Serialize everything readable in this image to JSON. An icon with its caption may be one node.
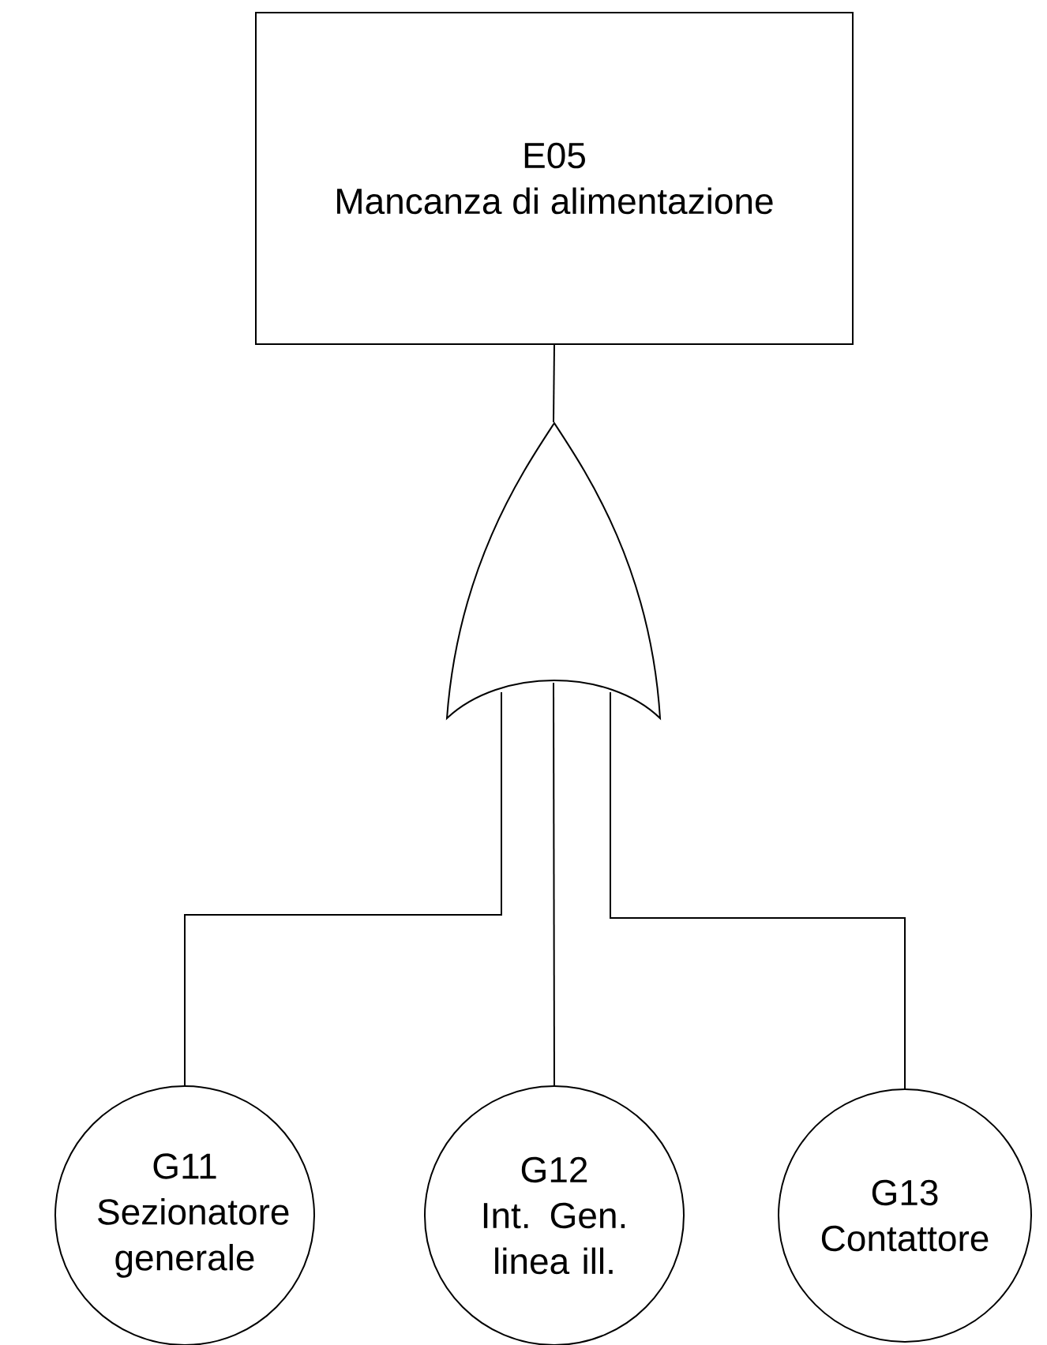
{
  "diagram": {
    "nodes": [
      {
        "text": [
          "E05",
          "Mancanza di alimentazione"
        ]
      },
      {
        "text": [],
        "shape": "gate"
      },
      {
        "text": [
          "G11",
          "Sezionatore generale"
        ]
      },
      {
        "text": [
          "G12",
          "Int. Gen. linea ill."
        ]
      },
      {
        "text": [
          "G13",
          "Contattore"
        ]
      }
    ],
    "edges": [
      {
        "from": 0,
        "to": 1,
        "arrow": "none"
      },
      {
        "from": 1,
        "to": 2,
        "arrow": "none"
      },
      {
        "from": 1,
        "to": 3,
        "arrow": "none"
      },
      {
        "from": 1,
        "to": 4,
        "arrow": "none"
      }
    ]
  }
}
